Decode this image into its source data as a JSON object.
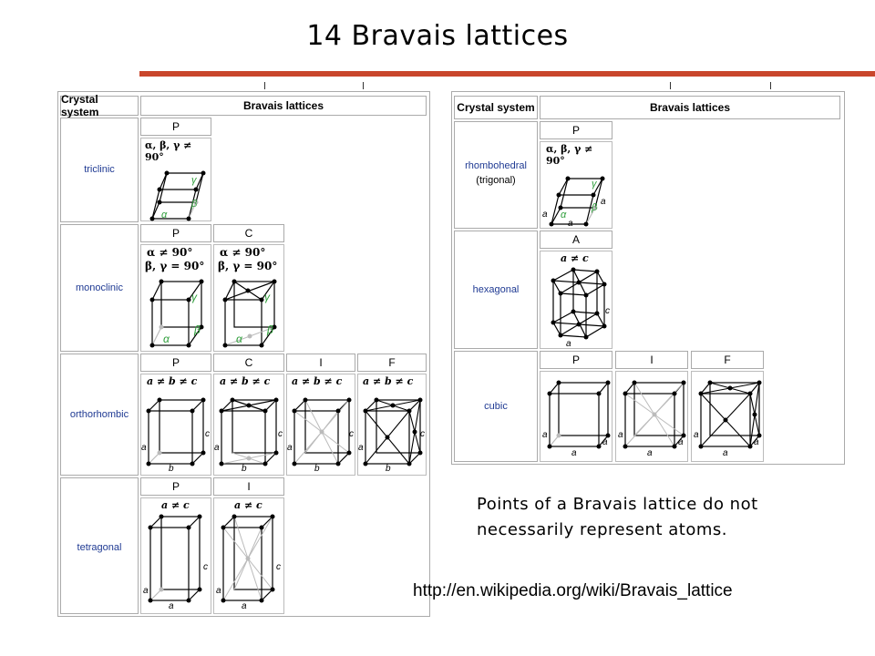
{
  "title": "14 Bravais lattices",
  "table_left": {
    "header_system": "Crystal system",
    "header_lattices": "Bravais lattices"
  },
  "table_right": {
    "header_system": "Crystal system",
    "header_lattices": "Bravais lattices"
  },
  "systems": {
    "triclinic": {
      "name": "triclinic",
      "types": [
        "P"
      ],
      "condition": "α, β, γ ≠ 90°"
    },
    "monoclinic": {
      "name": "monoclinic",
      "types": [
        "P",
        "C"
      ],
      "condition_1": "α ≠ 90°",
      "condition_2": "β, γ = 90°"
    },
    "orthorhombic": {
      "name": "orthorhombic",
      "types": [
        "P",
        "C",
        "I",
        "F"
      ],
      "condition": "a ≠ b ≠ c"
    },
    "tetragonal": {
      "name": "tetragonal",
      "types": [
        "P",
        "I"
      ],
      "condition": "a ≠ c"
    },
    "rhombohedral": {
      "name": "rhombohedral",
      "sub": "(trigonal)",
      "types": [
        "P"
      ],
      "condition": "α, β, γ ≠ 90°"
    },
    "hexagonal": {
      "name": "hexagonal",
      "types": [
        "A"
      ],
      "condition": "a ≠ c"
    },
    "cubic": {
      "name": "cubic",
      "types": [
        "P",
        "I",
        "F"
      ]
    }
  },
  "axis_labels": {
    "a": "a",
    "b": "b",
    "c": "c",
    "alpha": "α",
    "beta": "β",
    "gamma": "γ"
  },
  "note": "Points of a Bravais lattice do not necessarily represent atoms.",
  "url": "http://en.wikipedia.org/wiki/Bravais_lattice",
  "colors": {
    "accent_rule": "#c9462b",
    "system_label": "#1f3a93",
    "angle_marks": "#2e9e3a"
  }
}
